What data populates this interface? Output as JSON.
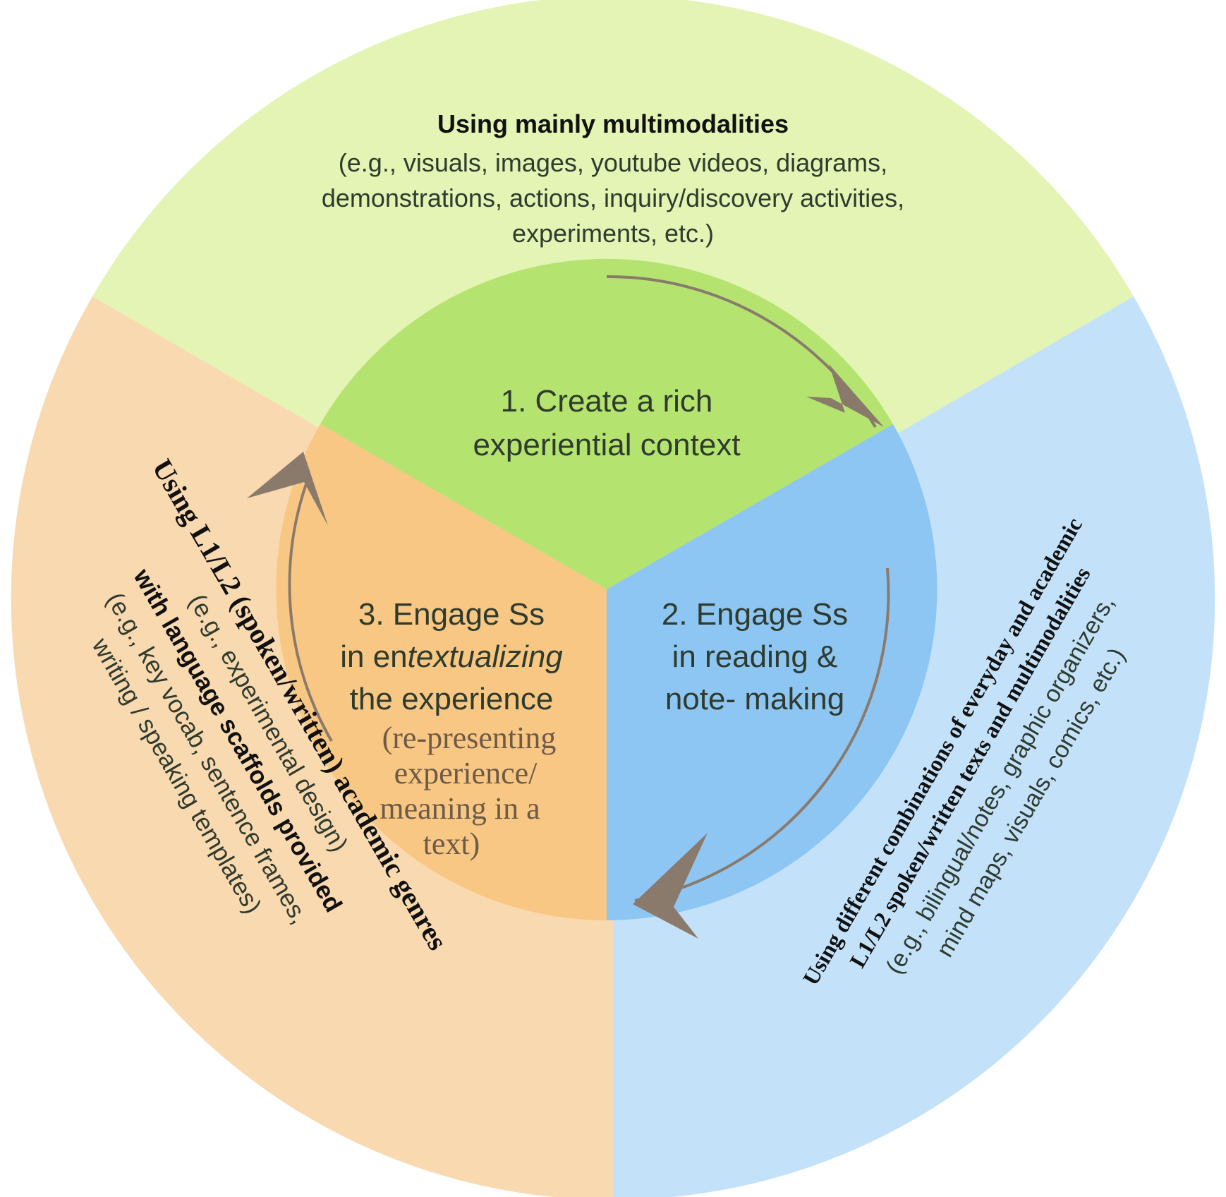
{
  "colors": {
    "outer_top": "#e3f4b4",
    "outer_right": "#c3e2fa",
    "outer_left": "#f9d9b0",
    "inner_top": "#b5e36f",
    "inner_right": "#8ec6f3",
    "inner_left": "#f7c783",
    "arrow": "#8a7a6c",
    "text_dark": "#2f3b2f",
    "text_black": "#111111",
    "text_serif": "#6d5a48"
  },
  "stages": {
    "s1": {
      "line1": "1. Create a rich",
      "line2": "experiential context"
    },
    "s2": {
      "line1": "2. Engage Ss",
      "line2": "in reading &",
      "line3": "note- making"
    },
    "s3": {
      "line1": "3. Engage Ss",
      "line2_a": "in en",
      "line2_b": "textualizing",
      "line3": "the experience",
      "note1": "(re-presenting",
      "note2": "experience/",
      "note3": "meaning in a",
      "note4": "text)"
    }
  },
  "outer": {
    "top": {
      "title": "Using mainly multimodalities",
      "line1": "(e.g., visuals, images, youtube videos, diagrams,",
      "line2": "demonstrations, actions, inquiry/discovery activities,",
      "line3": "experiments, etc.)"
    },
    "left": {
      "line1": "Using L1/L2 (spoken/written) academic genres",
      "line2": "(e.g., experimental design)",
      "line3": "with language scaffolds provided",
      "line4": "(e.g., key vocab, sentence frames,",
      "line5": "writing / speaking templates)"
    },
    "right": {
      "line1": "Using different combinations of everyday and academic",
      "line2": "L1/L2 spoken/written texts and multimodalities",
      "line3": "(e.g., bilingual/notes, graphic organizers,",
      "line4": "mind maps, visuals, comics, etc.)"
    }
  },
  "icons": {
    "arrow_a": "chevron-arrow-icon",
    "arrow_b": "chevron-arrow-icon",
    "arrow_c": "chevron-arrow-icon"
  }
}
